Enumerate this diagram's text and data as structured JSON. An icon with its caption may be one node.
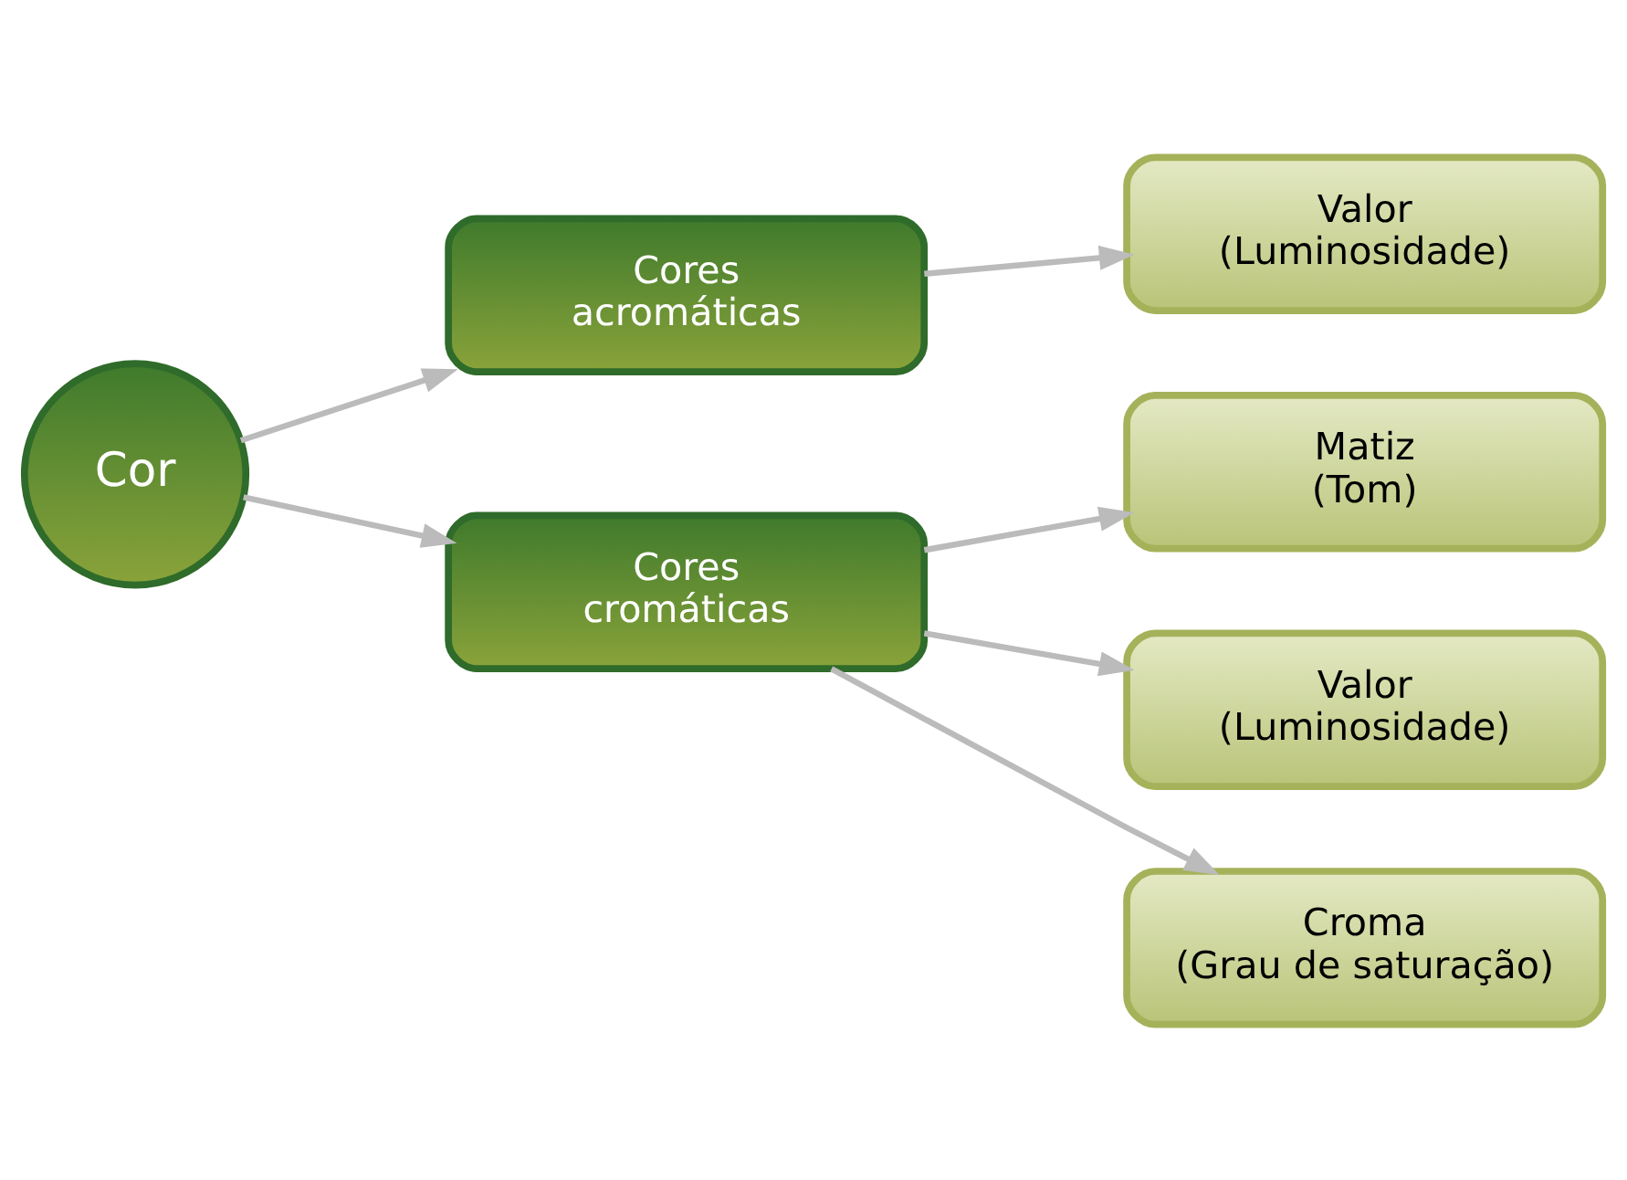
{
  "diagram": {
    "nodes": [
      {
        "text": [
          "Cor"
        ]
      },
      {
        "text": [
          "Cores acromáticas"
        ]
      },
      {
        "text": [
          "Cores cromáticas"
        ]
      },
      {
        "text": [
          "Valor (Luminosidade)"
        ]
      },
      {
        "text": [
          "Matiz (Tom)"
        ]
      },
      {
        "text": [
          "Valor (Luminosidade)"
        ]
      },
      {
        "text": [
          "Croma (Grau de saturação)"
        ]
      }
    ],
    "edges": [
      {
        "from": 0,
        "to": 1,
        "arrow": "to"
      },
      {
        "from": 0,
        "to": 2,
        "arrow": "to"
      },
      {
        "from": 1,
        "to": 3,
        "arrow": "to"
      },
      {
        "from": 2,
        "to": 4,
        "arrow": "to"
      },
      {
        "from": 2,
        "to": 5,
        "arrow": "to"
      },
      {
        "from": 2,
        "to": 6,
        "arrow": "to"
      }
    ]
  }
}
